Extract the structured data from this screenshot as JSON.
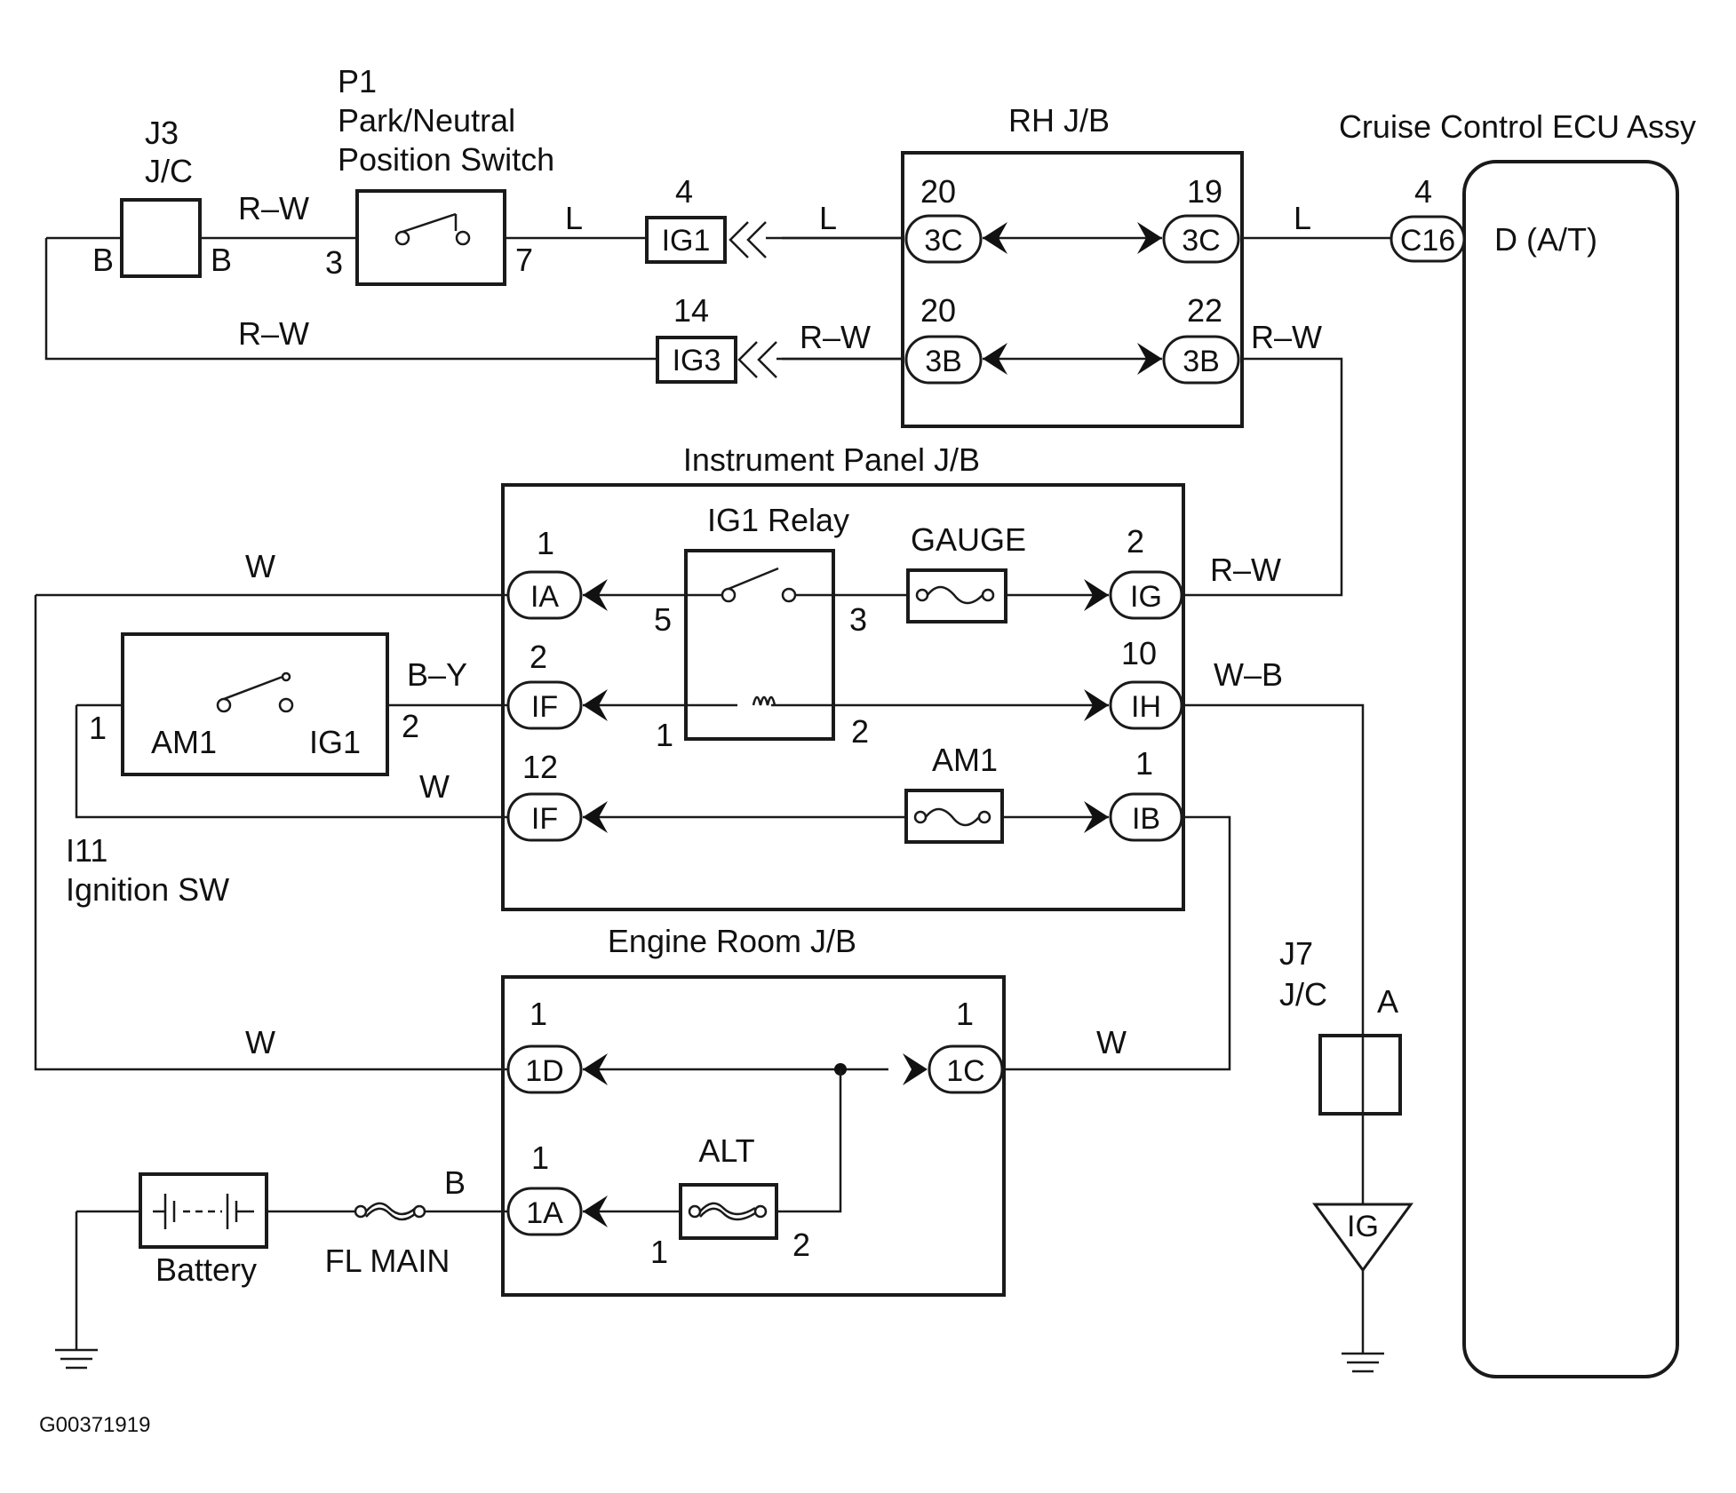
{
  "components": {
    "j3": {
      "id": "J3",
      "name": "J/C",
      "pin_left": "B",
      "pin_right": "B"
    },
    "p1": {
      "id": "P1",
      "line1": "Park/Neutral",
      "line2": "Position Switch",
      "pin_in": "3",
      "pin_out": "7"
    },
    "rh_jb": {
      "title": "RH J/B"
    },
    "ecu": {
      "title": "Cruise Control ECU Assy",
      "pin_num": "4",
      "connector": "C16",
      "terminal": "D (A/T)"
    },
    "ip_jb": {
      "title": "Instrument Panel J/B"
    },
    "ig1_relay": {
      "title": "IG1 Relay",
      "pin5": "5",
      "pin3": "3",
      "pin1": "1",
      "pin2": "2"
    },
    "gauge_fuse": {
      "title": "GAUGE"
    },
    "am1_fuse": {
      "title": "AM1"
    },
    "ignition_sw": {
      "id": "I11",
      "name": "Ignition SW",
      "term_am1": "AM1",
      "term_ig1": "IG1",
      "pin1": "1",
      "pin2": "2"
    },
    "engine_jb": {
      "title": "Engine Room J/B"
    },
    "alt_fuse": {
      "title": "ALT",
      "pin1": "1",
      "pin2": "2"
    },
    "battery": {
      "name": "Battery"
    },
    "fl_main": {
      "name": "FL MAIN"
    },
    "j7": {
      "id": "J7",
      "name": "J/C",
      "pin": "A"
    },
    "ig_ground": {
      "label": "IG"
    }
  },
  "connectors": {
    "ig1": {
      "num": "4",
      "label": "IG1"
    },
    "ig3": {
      "num": "14",
      "label": "IG3"
    },
    "rh_3c_left": {
      "num": "20",
      "label": "3C"
    },
    "rh_3c_right": {
      "num": "19",
      "label": "3C"
    },
    "rh_3b_left": {
      "num": "20",
      "label": "3B"
    },
    "rh_3b_right": {
      "num": "22",
      "label": "3B"
    },
    "ip_1a": {
      "num": "1",
      "label": "IA"
    },
    "ip_ig": {
      "num": "2",
      "label": "IG"
    },
    "ip_if_2": {
      "num": "2",
      "label": "IF"
    },
    "ip_ih": {
      "num": "10",
      "label": "IH"
    },
    "ip_if_12": {
      "num": "12",
      "label": "IF"
    },
    "ip_ib": {
      "num": "1",
      "label": "IB"
    },
    "er_1d": {
      "num": "1",
      "label": "1D"
    },
    "er_1c": {
      "num": "1",
      "label": "1C"
    },
    "er_1a": {
      "num": "1",
      "label": "1A"
    }
  },
  "wires": {
    "rw_j3_p1": "R–W",
    "l_p1_ig1": "L",
    "l_ig1_rh": "L",
    "l_rh_ecu": "L",
    "rw_bottom_loop": "R–W",
    "rw_ig3_rh": "R–W",
    "rw_rh_right": "R–W",
    "w_ia": "W",
    "rw_ig_out": "R–W",
    "by_sw_if": "B–Y",
    "wb_ih_out": "W–B",
    "w_sw_if12": "W",
    "w_1d": "W",
    "w_1c": "W",
    "b_fl_1a": "B"
  },
  "diagram_code": "G00371919"
}
